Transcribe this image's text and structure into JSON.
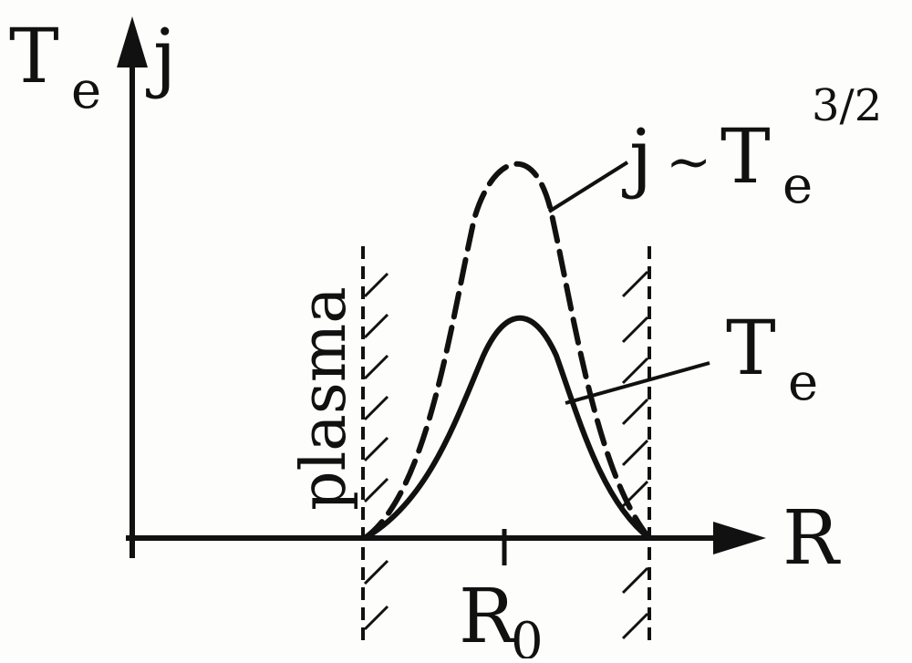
{
  "labels": {
    "y_axis_T": "T",
    "y_axis_T_sub": "e",
    "y_axis_j": "j",
    "x_axis": "R",
    "center_R": "R",
    "center_R_sub": "0",
    "plasma": "plasma",
    "j_curve_j": "j",
    "j_curve_tilde": "~",
    "j_curve_T": "T",
    "j_curve_T_sub": "e",
    "j_curve_exponent": "3/2",
    "Te_curve_T": "T",
    "Te_curve_T_sub": "e"
  },
  "colors": {
    "ink": "#111111",
    "paper": "#fdfdfb"
  }
}
